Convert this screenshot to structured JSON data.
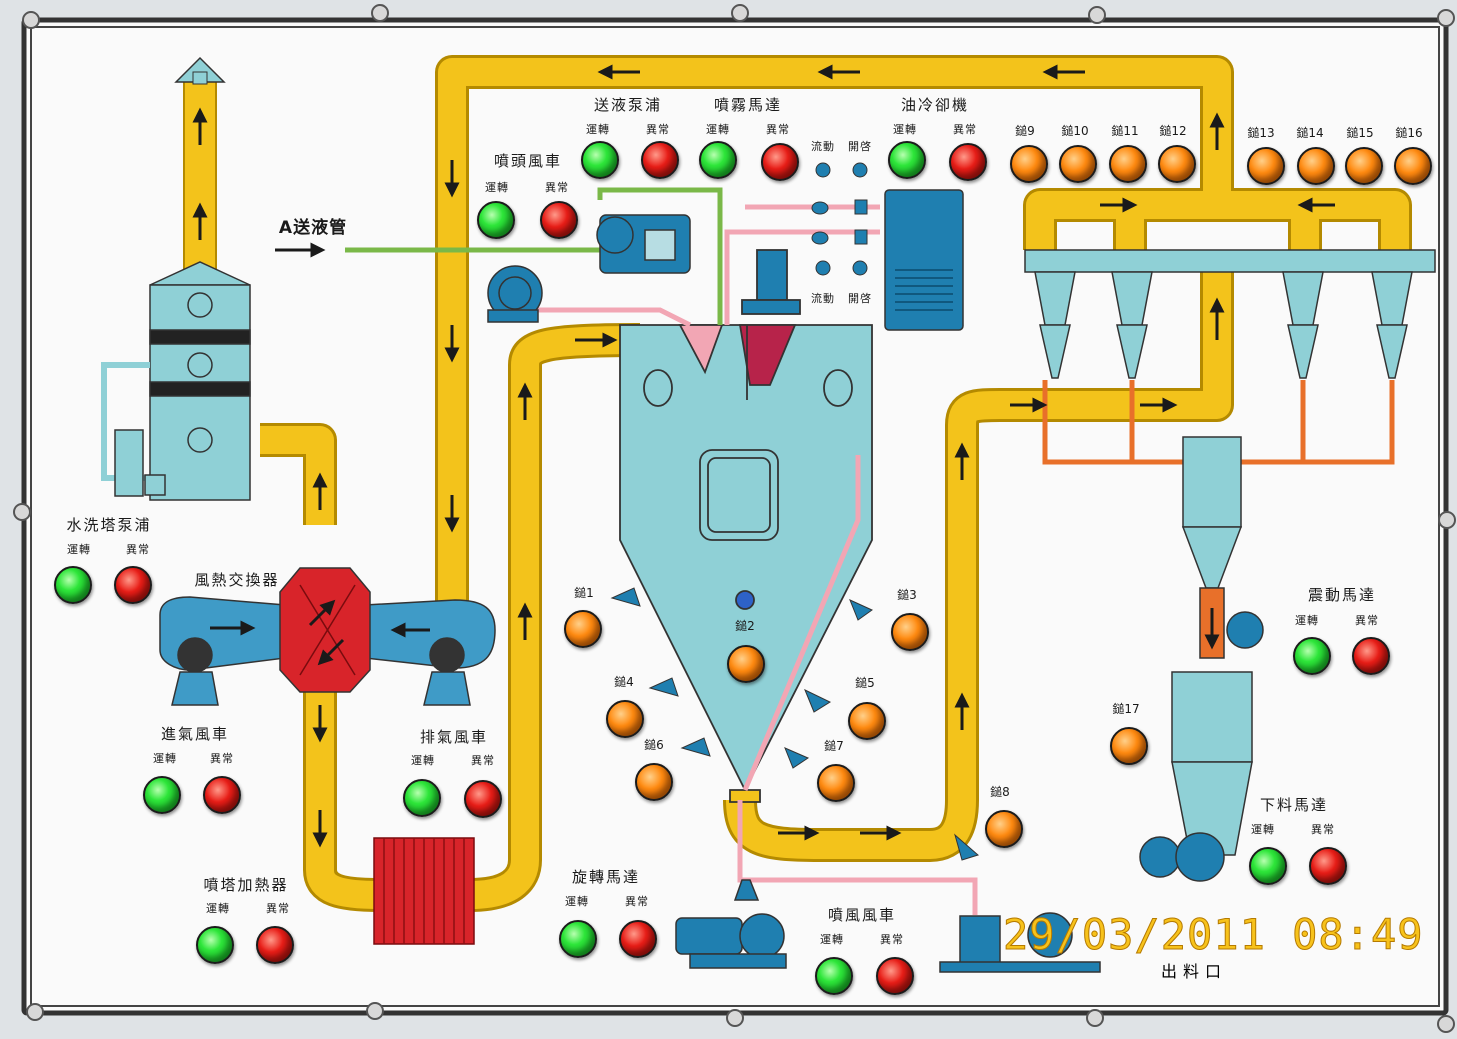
{
  "panel": {
    "feed_pipe_label": "A送液管",
    "outlet_label": "出料口",
    "camera_timestamp": "29/03/2011 08:49"
  },
  "groups": [
    {
      "id": "wash-tower-pump",
      "title": "水洗塔泵浦",
      "run": "運轉",
      "fault": "異常"
    },
    {
      "id": "nozzle-fan",
      "title": "噴頭風車",
      "run": "運轉",
      "fault": "異常"
    },
    {
      "id": "feed-pump",
      "title": "送液泵浦",
      "run": "運轉",
      "fault": "異常"
    },
    {
      "id": "spray-motor",
      "title": "噴霧馬達",
      "run": "運轉",
      "fault": "異常"
    },
    {
      "id": "oil-cooler",
      "title": "油冷卻機",
      "run": "運轉",
      "fault": "異常"
    },
    {
      "id": "inlet-fan",
      "title": "進氣風車",
      "run": "運轉",
      "fault": "異常"
    },
    {
      "id": "exhaust-fan",
      "title": "排氣風車",
      "run": "運轉",
      "fault": "異常"
    },
    {
      "id": "tower-heater",
      "title": "噴塔加熱器",
      "run": "運轉",
      "fault": "異常"
    },
    {
      "id": "rotary-motor",
      "title": "旋轉馬達",
      "run": "運轉",
      "fault": "異常"
    },
    {
      "id": "blow-fan",
      "title": "噴風風車",
      "run": "運轉",
      "fault": "異常"
    },
    {
      "id": "vibration-motor",
      "title": "震動馬達",
      "run": "運轉",
      "fault": "異常"
    },
    {
      "id": "discharge-motor",
      "title": "下料馬達",
      "run": "運轉",
      "fault": "異常"
    }
  ],
  "heat_exchanger_label": "風熱交換器",
  "flow_labels": {
    "flow_1": "流動",
    "open_1": "開啓",
    "flow_2": "流動",
    "open_2": "開啓"
  },
  "hammer_labels": [
    "鎚1",
    "鎚2",
    "鎚3",
    "鎚4",
    "鎚5",
    "鎚6",
    "鎚7",
    "鎚8",
    "鎚9",
    "鎚10",
    "鎚11",
    "鎚12",
    "鎚13",
    "鎚14",
    "鎚15",
    "鎚16",
    "鎚17"
  ],
  "colors": {
    "run_lamp": "#19c42a",
    "fault_lamp": "#e0211a",
    "hammer_lamp": "#ff8a10",
    "air_duct": "#f3c31b",
    "equipment": "#8fd0d6",
    "heater": "#d8242a",
    "liquid_line": "#f2a6b4",
    "return_line": "#e8702a"
  }
}
